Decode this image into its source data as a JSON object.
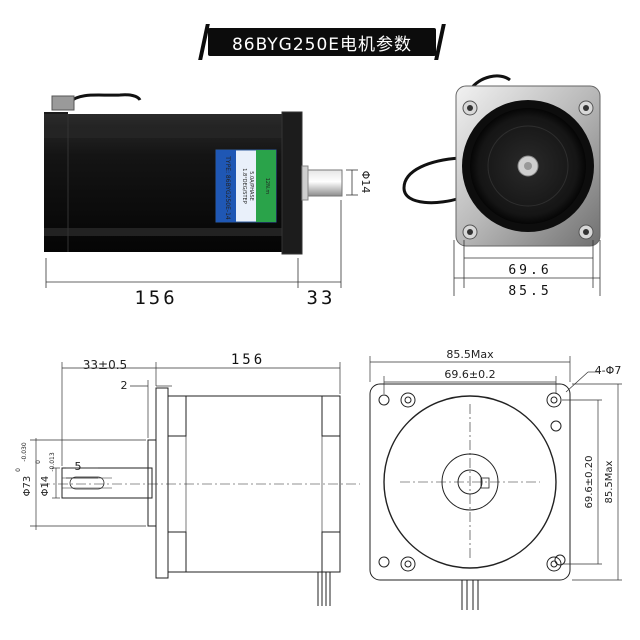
{
  "title": "86BYG250E电机参数",
  "photo": {
    "side": {
      "length_label": "156",
      "shaft_label": "33",
      "shaft_dia_label": "Φ14",
      "nameplate": {
        "type": "TYPE: 86BYG250E-14",
        "step": "1.8°DEG/STEP",
        "current": "5.0A/PHASE",
        "torque": "12N.m"
      }
    },
    "front": {
      "hole_spacing_label": "69.6",
      "flange_label": "85.5"
    }
  },
  "drawing": {
    "side": {
      "shaft_len_label": "33±0.5",
      "body_len_label": "156",
      "step_label": "2",
      "key_label": "5",
      "pilot_dia_label": "Φ73",
      "pilot_tol_upper": "0",
      "pilot_tol_lower": "-0.030",
      "shaft_dia_label": "Φ14",
      "shaft_tol_upper": "0",
      "shaft_tol_lower": "-0.013"
    },
    "front": {
      "flange_label": "85.5Max",
      "holes_h_label": "69.6±0.2",
      "mount_holes_label": "4-Φ7",
      "holes_v_label": "69.6±0.20",
      "flange_v_label": "85.5Max"
    }
  }
}
